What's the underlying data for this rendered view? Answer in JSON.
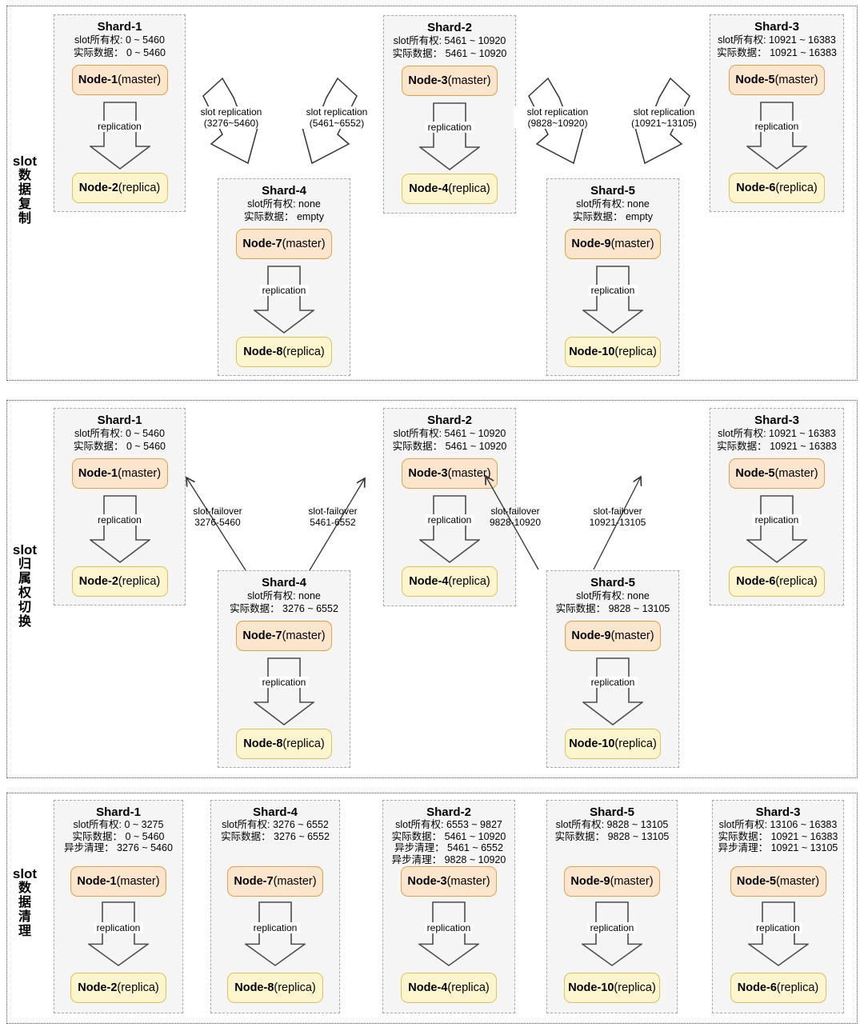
{
  "colors": {
    "master_fill": "#fce5cd",
    "master_stroke": "#dfa149",
    "replica_fill": "#fdf5cd",
    "replica_stroke": "#dcc25f",
    "shard_fill": "#f5f5f5",
    "shard_border": "#a8a8a8",
    "section_border": "#4d4d4d",
    "arrow_stroke": "#404040"
  },
  "sections": [
    {
      "label_top": "slot",
      "label_chars": [
        "数",
        "据",
        "复",
        "制"
      ],
      "shards": [
        {
          "title": "Shard-1",
          "lines": [
            "slot所有权: 0 ~ 5460",
            "实际数据： 0 ~ 5460"
          ],
          "master_name": "Node-1",
          "master_suffix": "(master)",
          "replica_name": "Node-2",
          "replica_suffix": "(replica)",
          "arrow_label": "replication"
        },
        {
          "title": "Shard-2",
          "lines": [
            "slot所有权: 5461 ~ 10920",
            "实际数据： 5461 ~ 10920"
          ],
          "master_name": "Node-3",
          "master_suffix": "(master)",
          "replica_name": "Node-4",
          "replica_suffix": "(replica)",
          "arrow_label": "replication"
        },
        {
          "title": "Shard-3",
          "lines": [
            "slot所有权: 10921 ~ 16383",
            "实际数据： 10921 ~ 16383"
          ],
          "master_name": "Node-5",
          "master_suffix": "(master)",
          "replica_name": "Node-6",
          "replica_suffix": "(replica)",
          "arrow_label": "replication"
        },
        {
          "title": "Shard-4",
          "lines": [
            "slot所有权: none",
            "实际数据： empty"
          ],
          "master_name": "Node-7",
          "master_suffix": "(master)",
          "replica_name": "Node-8",
          "replica_suffix": "(replica)",
          "arrow_label": "replication"
        },
        {
          "title": "Shard-5",
          "lines": [
            "slot所有权: none",
            "实际数据： empty"
          ],
          "master_name": "Node-9",
          "master_suffix": "(master)",
          "replica_name": "Node-10",
          "replica_suffix": "(replica)",
          "arrow_label": "replication"
        }
      ],
      "arrows": [
        {
          "line1": "slot replication",
          "line2": "(3276~5460)"
        },
        {
          "line1": "slot replication",
          "line2": "(5461~6552)"
        },
        {
          "line1": "slot replication",
          "line2": "(9828~10920)"
        },
        {
          "line1": "slot replication",
          "line2": "(10921~13105)"
        }
      ]
    },
    {
      "label_top": "slot",
      "label_chars": [
        "归",
        "属",
        "权",
        "切",
        "换"
      ],
      "shards": [
        {
          "title": "Shard-1",
          "lines": [
            "slot所有权: 0 ~ 5460",
            "实际数据： 0 ~ 5460"
          ],
          "master_name": "Node-1",
          "master_suffix": "(master)",
          "replica_name": "Node-2",
          "replica_suffix": "(replica)",
          "arrow_label": "replication"
        },
        {
          "title": "Shard-2",
          "lines": [
            "slot所有权: 5461 ~ 10920",
            "实际数据： 5461 ~ 10920"
          ],
          "master_name": "Node-3",
          "master_suffix": "(master)",
          "replica_name": "Node-4",
          "replica_suffix": "(replica)",
          "arrow_label": "replication"
        },
        {
          "title": "Shard-3",
          "lines": [
            "slot所有权: 10921 ~ 16383",
            "实际数据： 10921 ~ 16383"
          ],
          "master_name": "Node-5",
          "master_suffix": "(master)",
          "replica_name": "Node-6",
          "replica_suffix": "(replica)",
          "arrow_label": "replication"
        },
        {
          "title": "Shard-4",
          "lines": [
            "slot所有权: none",
            "实际数据： 3276 ~ 6552"
          ],
          "master_name": "Node-7",
          "master_suffix": "(master)",
          "replica_name": "Node-8",
          "replica_suffix": "(replica)",
          "arrow_label": "replication"
        },
        {
          "title": "Shard-5",
          "lines": [
            "slot所有权: none",
            "实际数据： 9828 ~ 13105"
          ],
          "master_name": "Node-9",
          "master_suffix": "(master)",
          "replica_name": "Node-10",
          "replica_suffix": "(replica)",
          "arrow_label": "replication"
        }
      ],
      "arrows": [
        {
          "line1": "slot-failover",
          "line2": "3276-5460"
        },
        {
          "line1": "slot-failover",
          "line2": "5461-6552"
        },
        {
          "line1": "slot-failover",
          "line2": "9828-10920"
        },
        {
          "line1": "slot-failover",
          "line2": "10921-13105"
        }
      ]
    },
    {
      "label_top": "slot",
      "label_chars": [
        "数",
        "据",
        "清",
        "理"
      ],
      "shards": [
        {
          "title": "Shard-1",
          "lines": [
            "slot所有权: 0 ~ 3275",
            "实际数据： 0 ~ 5460",
            "异步清理： 3276 ~ 5460"
          ],
          "master_name": "Node-1",
          "master_suffix": "(master)",
          "replica_name": "Node-2",
          "replica_suffix": "(replica)",
          "arrow_label": "replication"
        },
        {
          "title": "Shard-4",
          "lines": [
            "slot所有权: 3276 ~ 6552",
            "实际数据： 3276 ~ 6552"
          ],
          "master_name": "Node-7",
          "master_suffix": "(master)",
          "replica_name": "Node-8",
          "replica_suffix": "(replica)",
          "arrow_label": "replication"
        },
        {
          "title": "Shard-2",
          "lines": [
            "slot所有权: 6553 ~ 9827",
            "实际数据： 5461 ~ 10920",
            "异步清理： 5461 ~ 6552",
            "异步清理： 9828 ~ 10920"
          ],
          "master_name": "Node-3",
          "master_suffix": "(master)",
          "replica_name": "Node-4",
          "replica_suffix": "(replica)",
          "arrow_label": "replication"
        },
        {
          "title": "Shard-5",
          "lines": [
            "slot所有权: 9828 ~ 13105",
            "实际数据： 9828 ~ 13105"
          ],
          "master_name": "Node-9",
          "master_suffix": "(master)",
          "replica_name": "Node-10",
          "replica_suffix": "(replica)",
          "arrow_label": "replication"
        },
        {
          "title": "Shard-3",
          "lines": [
            "slot所有权: 13106 ~ 16383",
            "实际数据： 10921 ~ 16383",
            "异步清理： 10921 ~ 13105"
          ],
          "master_name": "Node-5",
          "master_suffix": "(master)",
          "replica_name": "Node-6",
          "replica_suffix": "(replica)",
          "arrow_label": "replication"
        }
      ],
      "arrows": []
    }
  ]
}
